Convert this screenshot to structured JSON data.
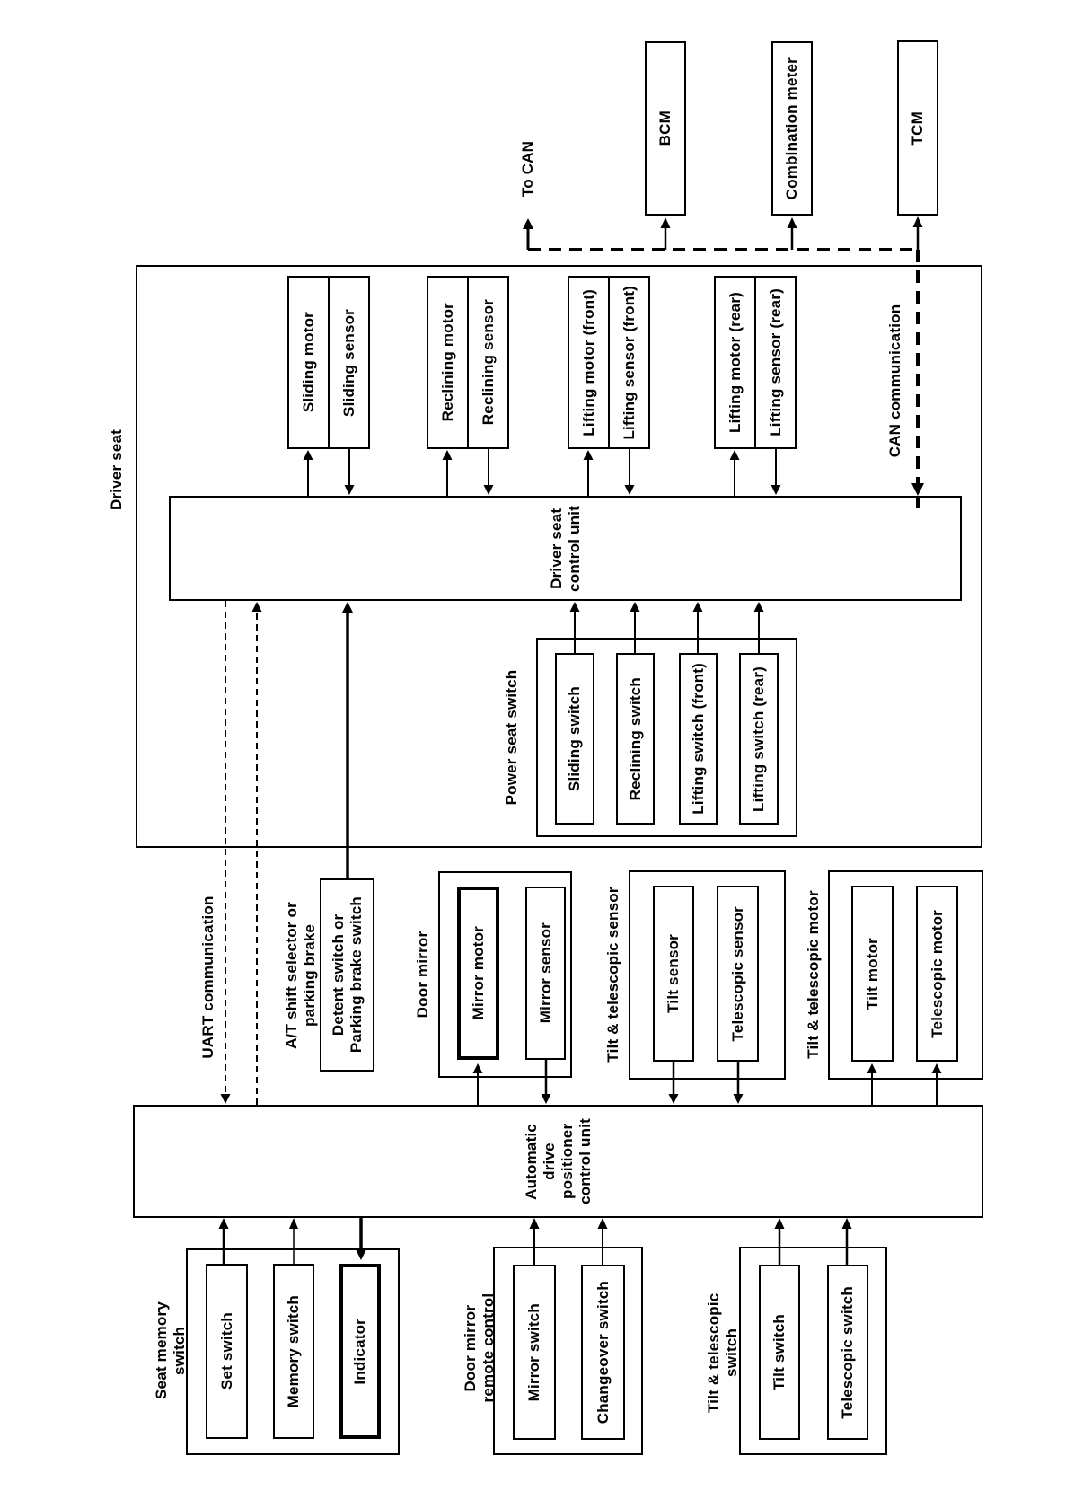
{
  "colors": {
    "ink": "#000000",
    "paper": "#ffffff"
  },
  "top": {
    "to_can": "To CAN",
    "bcm": "BCM",
    "combination_meter": "Combination meter",
    "tcm": "TCM"
  },
  "driver_seat": {
    "label": "Driver seat",
    "can_communication": "CAN communication",
    "control_unit": "Driver seat\ncontrol unit",
    "sliding_motor": "Sliding motor",
    "sliding_sensor": "Sliding sensor",
    "reclining_motor": "Reclining motor",
    "reclining_sensor": "Reclining sensor",
    "lifting_motor_front": "Lifting motor (front)",
    "lifting_sensor_front": "Lifting sensor (front)",
    "lifting_motor_rear": "Lifting motor (rear)",
    "lifting_sensor_rear": "Lifting sensor (rear)",
    "power_seat_switch": {
      "label": "Power seat switch",
      "sliding": "Sliding switch",
      "reclining": "Reclining switch",
      "lifting_front": "Lifting switch (front)",
      "lifting_rear": "Lifting switch (rear)"
    }
  },
  "middle": {
    "uart": "UART communication",
    "at_shift": "A/T shift selector or\nparking brake",
    "detent": "Detent switch or\nParking brake switch",
    "door_mirror": {
      "label": "Door mirror",
      "motor": "Mirror motor",
      "sensor": "Mirror sensor"
    },
    "tilt_telescopic_sensor": {
      "label": "Tilt & telescopic sensor",
      "tilt": "Tilt sensor",
      "telescopic": "Telescopic sensor"
    },
    "tilt_telescopic_motor": {
      "label": "Tilt & telescopic motor",
      "tilt": "Tilt motor",
      "telescopic": "Telescopic motor"
    },
    "adp_control_unit": "Automatic\ndrive\npositioner\ncontrol unit"
  },
  "bottom": {
    "seat_memory": {
      "label": "Seat memory switch",
      "set": "Set switch",
      "memory": "Memory switch",
      "indicator": "Indicator"
    },
    "door_mirror_remote": {
      "label": "Door mirror remote control",
      "mirror": "Mirror switch",
      "changeover": "Changeover switch"
    },
    "tilt_telescopic_switch": {
      "label": "Tilt & telescopic switch",
      "tilt": "Tilt switch",
      "telescopic": "Telescopic switch"
    }
  }
}
